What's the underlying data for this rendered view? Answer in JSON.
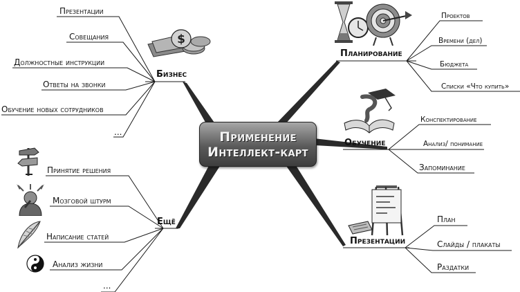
{
  "center": {
    "line1": "Применение",
    "line2": "Интеллект-карт"
  },
  "branches": {
    "business": {
      "label": "Бизнес",
      "items": [
        "Презентации",
        "Совещания",
        "Должностные инструкции",
        "Ответы на звонки",
        "Обучение  новых сотрудников",
        "..."
      ]
    },
    "more": {
      "label": "Ещё",
      "items": [
        "Принятие решения",
        "Мозговой штурм",
        "Написание статей",
        "Анализ жизни",
        "..."
      ]
    },
    "planning": {
      "label": "Планирование",
      "items": [
        "Проектов",
        "Времени (дел)",
        "Бюджета",
        "Списки «Что купить»"
      ]
    },
    "learning": {
      "label": "Обучение",
      "items": [
        "Конспектирование",
        "Анализ/ понимание",
        "Запоминание"
      ]
    },
    "presentations": {
      "label": "Презентации",
      "items": [
        "План",
        "Слайды / плакаты",
        "Раздатки"
      ]
    }
  },
  "icons": {
    "business": "money-icon",
    "planning": "hourglass-target-icon",
    "learning": "book-icon",
    "presentations": "easel-icon",
    "decision": "signpost-icon",
    "brainstorm": "thinker-icon",
    "writing": "quill-icon",
    "life": "yin-yang-icon"
  },
  "colors": {
    "center_bg": "#5a5a5a",
    "center_text": "#f2f2f2",
    "lines": "#111111"
  }
}
